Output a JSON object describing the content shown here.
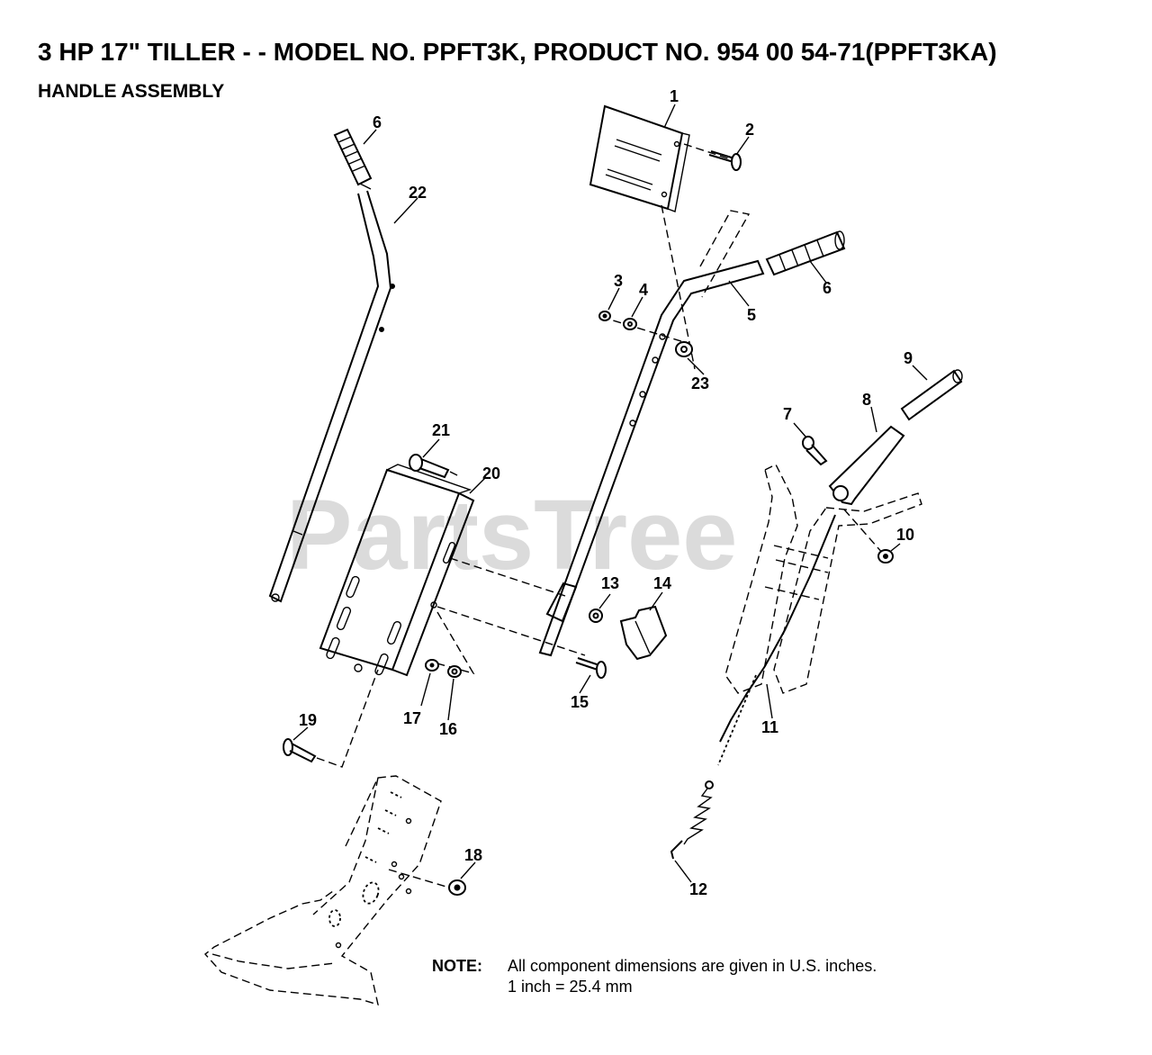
{
  "header": {
    "title": "3 HP 17\" TILLER - - MODEL NO. PPFT3K, PRODUCT NO. 954 00 54-71(PPFT3KA)",
    "subtitle": "HANDLE ASSEMBLY"
  },
  "watermark": "PartsTree",
  "labels": [
    "1",
    "2",
    "3",
    "4",
    "5",
    "6",
    "6",
    "7",
    "8",
    "9",
    "10",
    "11",
    "12",
    "13",
    "14",
    "15",
    "16",
    "17",
    "18",
    "19",
    "20",
    "21",
    "22",
    "23"
  ],
  "note": {
    "key": "NOTE:",
    "line1": "All component dimensions are given in U.S. inches.",
    "line2": "1 inch = 25.4 mm"
  }
}
